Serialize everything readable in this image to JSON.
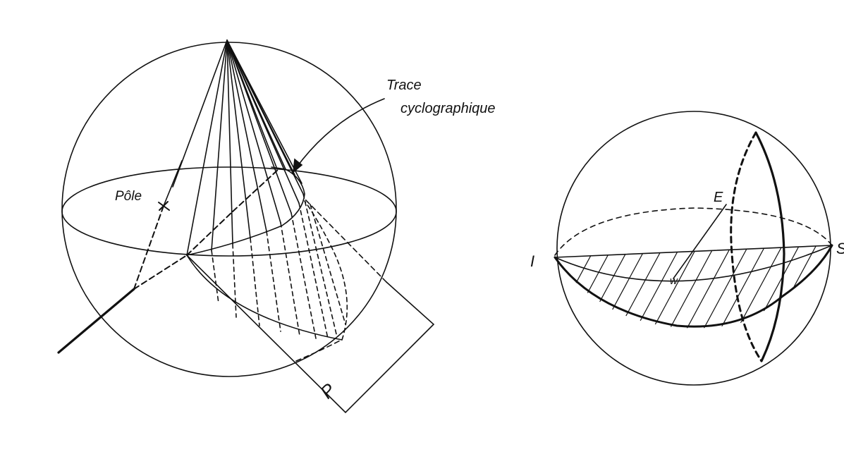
{
  "left_figure": {
    "callout_line1": "Trace",
    "callout_line2": "cyclographique",
    "pole_label": "Pôle",
    "plane_label": "P"
  },
  "right_figure": {
    "point_e": "E",
    "point_i": "I",
    "point_s": "S",
    "angle_mark": "w"
  },
  "colors": {
    "ink": "#111111",
    "background": "#ffffff"
  }
}
